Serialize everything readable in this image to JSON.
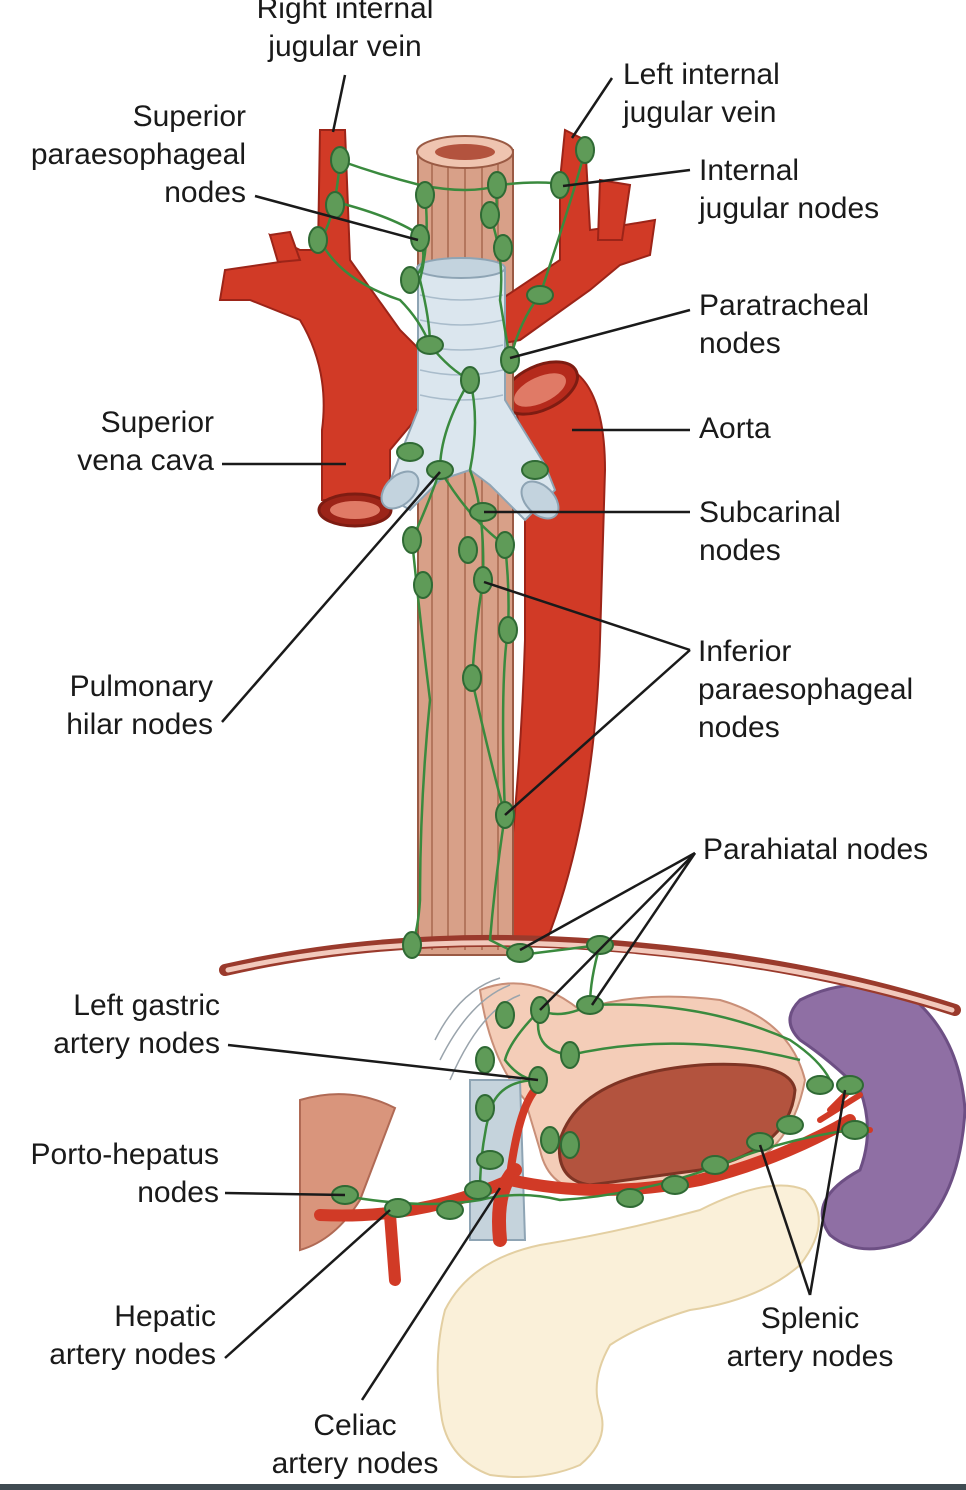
{
  "colors": {
    "vessel": "#d13a26",
    "vessel_dark": "#9c2418",
    "esophagus": "#d8a088",
    "esophagus_stripe": "#9a5a44",
    "trachea": "#dbe6ee",
    "node_fill": "#5f9b58",
    "node_stroke": "#2f6a34",
    "lymph_line": "#3a8a3e",
    "stomach": "#f4cdb8",
    "stomach_inner": "#b3533e",
    "spleen": "#8f6fa4",
    "pancreas": "#faf0d9",
    "liver": "#d9957c",
    "diaphragm": "#9a3a2c",
    "leader": "#1a1a1a"
  },
  "labels": {
    "right_ijv": "Right internal\njugular vein",
    "left_ijv": "Left internal\njugular vein",
    "sup_para": "Superior\nparaesophageal\nnodes",
    "int_jug": "Internal\njugular nodes",
    "paratracheal": "Paratracheal\nnodes",
    "aorta": "Aorta",
    "svc": "Superior\nvena cava",
    "subcarinal": "Subcarinal\nnodes",
    "inf_para": "Inferior\nparaesophageal\nnodes",
    "pulm_hilar": "Pulmonary\nhilar nodes",
    "parahiatal": "Parahiatal nodes",
    "left_gastric": "Left gastric\nartery nodes",
    "porto_hep": "Porto-hepatus\nnodes",
    "hepatic_art": "Hepatic\nartery nodes",
    "splenic_art": "Splenic\nartery nodes",
    "celiac": "Celiac\nartery nodes"
  }
}
